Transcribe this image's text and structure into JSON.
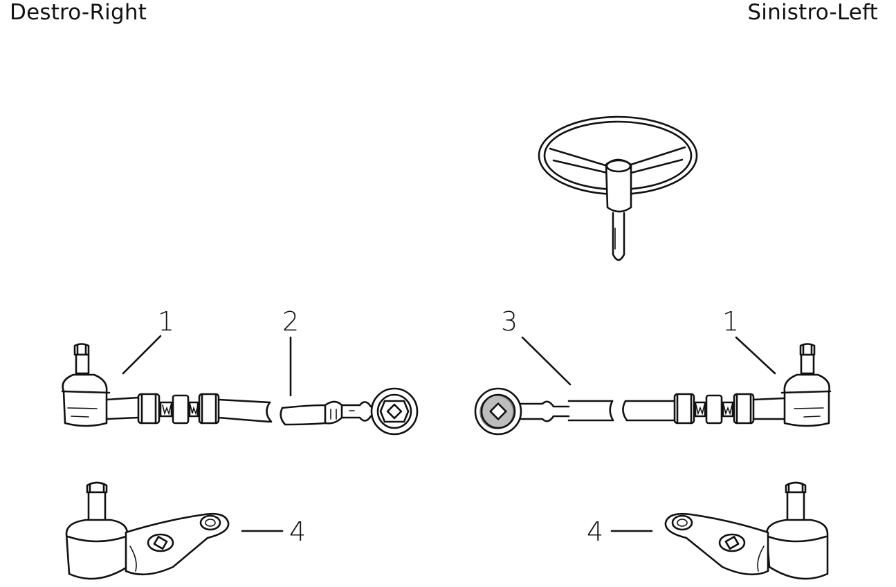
{
  "header": {
    "right_label": "Destro-Right",
    "left_label": "Sinistro-Left"
  },
  "callouts": {
    "tie_rod_end_right": "1",
    "tie_rod_end_left": "1",
    "tie_rod_right": "2",
    "tie_rod_left": "3",
    "ball_joint_right": "4",
    "ball_joint_left": "4"
  },
  "colors": {
    "ink": "#111111",
    "background": "#ffffff"
  }
}
